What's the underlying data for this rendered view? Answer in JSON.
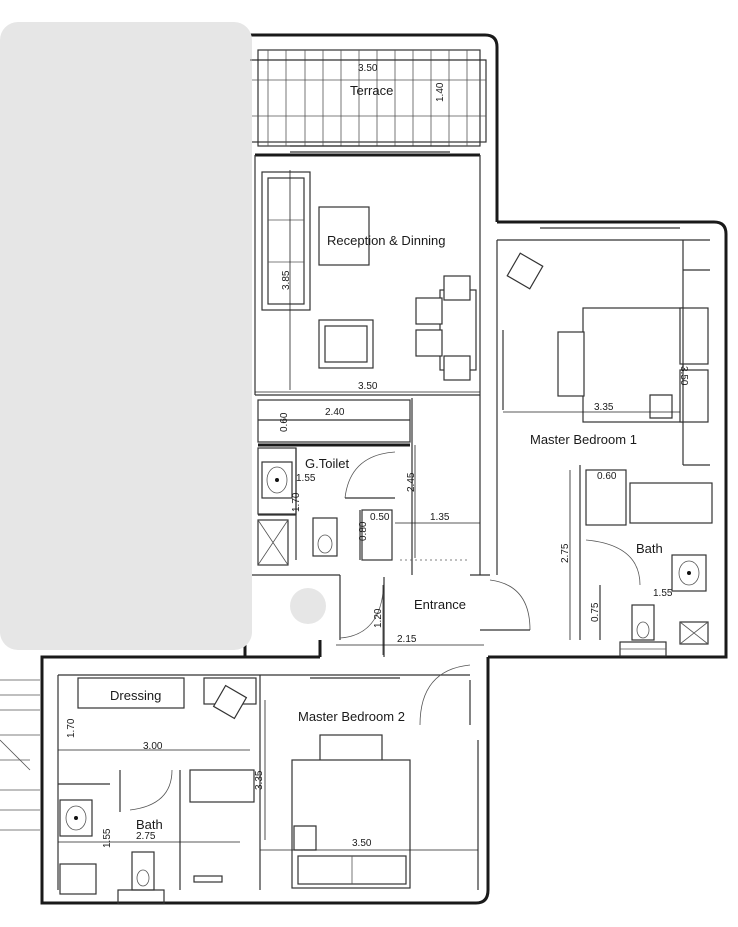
{
  "rooms": {
    "terrace": "Terrace",
    "reception": "Reception & Dinning",
    "master_bedroom_1": "Master Bedroom 1",
    "g_toilet": "G.Toilet",
    "bath_right": "Bath",
    "entrance": "Entrance",
    "dressing": "Dressing",
    "master_bedroom_2": "Master Bedroom 2",
    "bath_bottom": "Bath"
  },
  "dimensions": {
    "terrace_width": "3.50",
    "terrace_depth": "1.40",
    "reception_depth": "3.85",
    "reception_width": "3.50",
    "corridor_width": "2.40",
    "corridor_depth": "0.60",
    "bed1_depth": "3.50",
    "bed1_width": "3.35",
    "toilet_width": "1.55",
    "toilet_depth": "1.70",
    "hall_depth": "2.45",
    "step_width": "0.50",
    "step_depth": "0.80",
    "hall_width": "1.35",
    "closet_width": "0.60",
    "bath1_depth": "2.75",
    "bath1_width": "1.55",
    "bath1_step": "0.75",
    "entrance_depth": "1.20",
    "entrance_width": "2.15",
    "dressing_depth": "1.70",
    "dressing_width": "3.00",
    "bed2_depth": "3.35",
    "bed2_width": "3.50",
    "bath2_width": "2.75",
    "bath2_depth": "1.55"
  }
}
